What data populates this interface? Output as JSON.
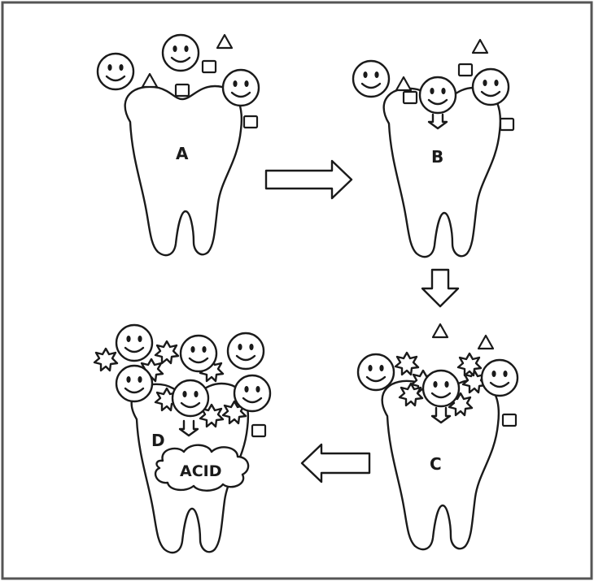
{
  "diagram": {
    "panels": [
      {
        "id": "A",
        "label": "A"
      },
      {
        "id": "B",
        "label": "B"
      },
      {
        "id": "C",
        "label": "C"
      },
      {
        "id": "D",
        "label": "D",
        "product_label": "ACID"
      }
    ],
    "flow": [
      "A",
      "B",
      "C",
      "D"
    ],
    "icons": {
      "bacteria": "smiley-face-icon",
      "sugar_square": "square-icon",
      "sugar_triangle": "triangle-icon",
      "burst": "starburst-icon"
    },
    "colors": {
      "line": "#1a1a1a",
      "background": "#ffffff",
      "frame": "#555555"
    }
  }
}
